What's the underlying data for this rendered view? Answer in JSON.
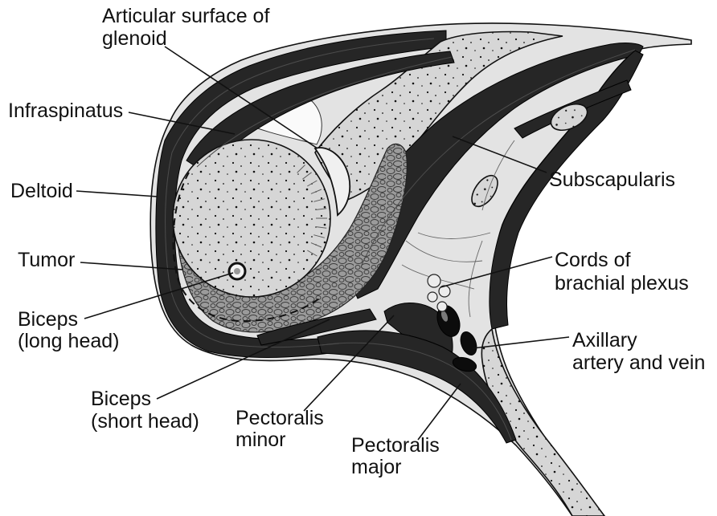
{
  "labels": {
    "articular_surface": {
      "lines": [
        "Articular surface of",
        "glenoid"
      ]
    },
    "infraspinatus": {
      "lines": [
        "Infraspinatus"
      ]
    },
    "deltoid": {
      "lines": [
        "Deltoid"
      ]
    },
    "tumor": {
      "lines": [
        "Tumor"
      ]
    },
    "biceps_long": {
      "lines": [
        "Biceps",
        "(long head)"
      ]
    },
    "biceps_short": {
      "lines": [
        "Biceps",
        "(short head)"
      ]
    },
    "pectoralis_minor": {
      "lines": [
        "Pectoralis",
        "minor"
      ]
    },
    "pectoralis_major": {
      "lines": [
        "Pectoralis",
        "major"
      ]
    },
    "subscapularis": {
      "lines": [
        "Subscapularis"
      ]
    },
    "brachial_plexus": {
      "lines": [
        "Cords of",
        "brachial plexus"
      ]
    },
    "axillary": {
      "lines": [
        "Axillary",
        "artery and vein"
      ]
    }
  },
  "colors": {
    "muscle": "#262626",
    "bone": "#d6d6d6",
    "tissue": "#e3e3e3",
    "mottle": "#9b9b9b",
    "ink": "#111111"
  }
}
